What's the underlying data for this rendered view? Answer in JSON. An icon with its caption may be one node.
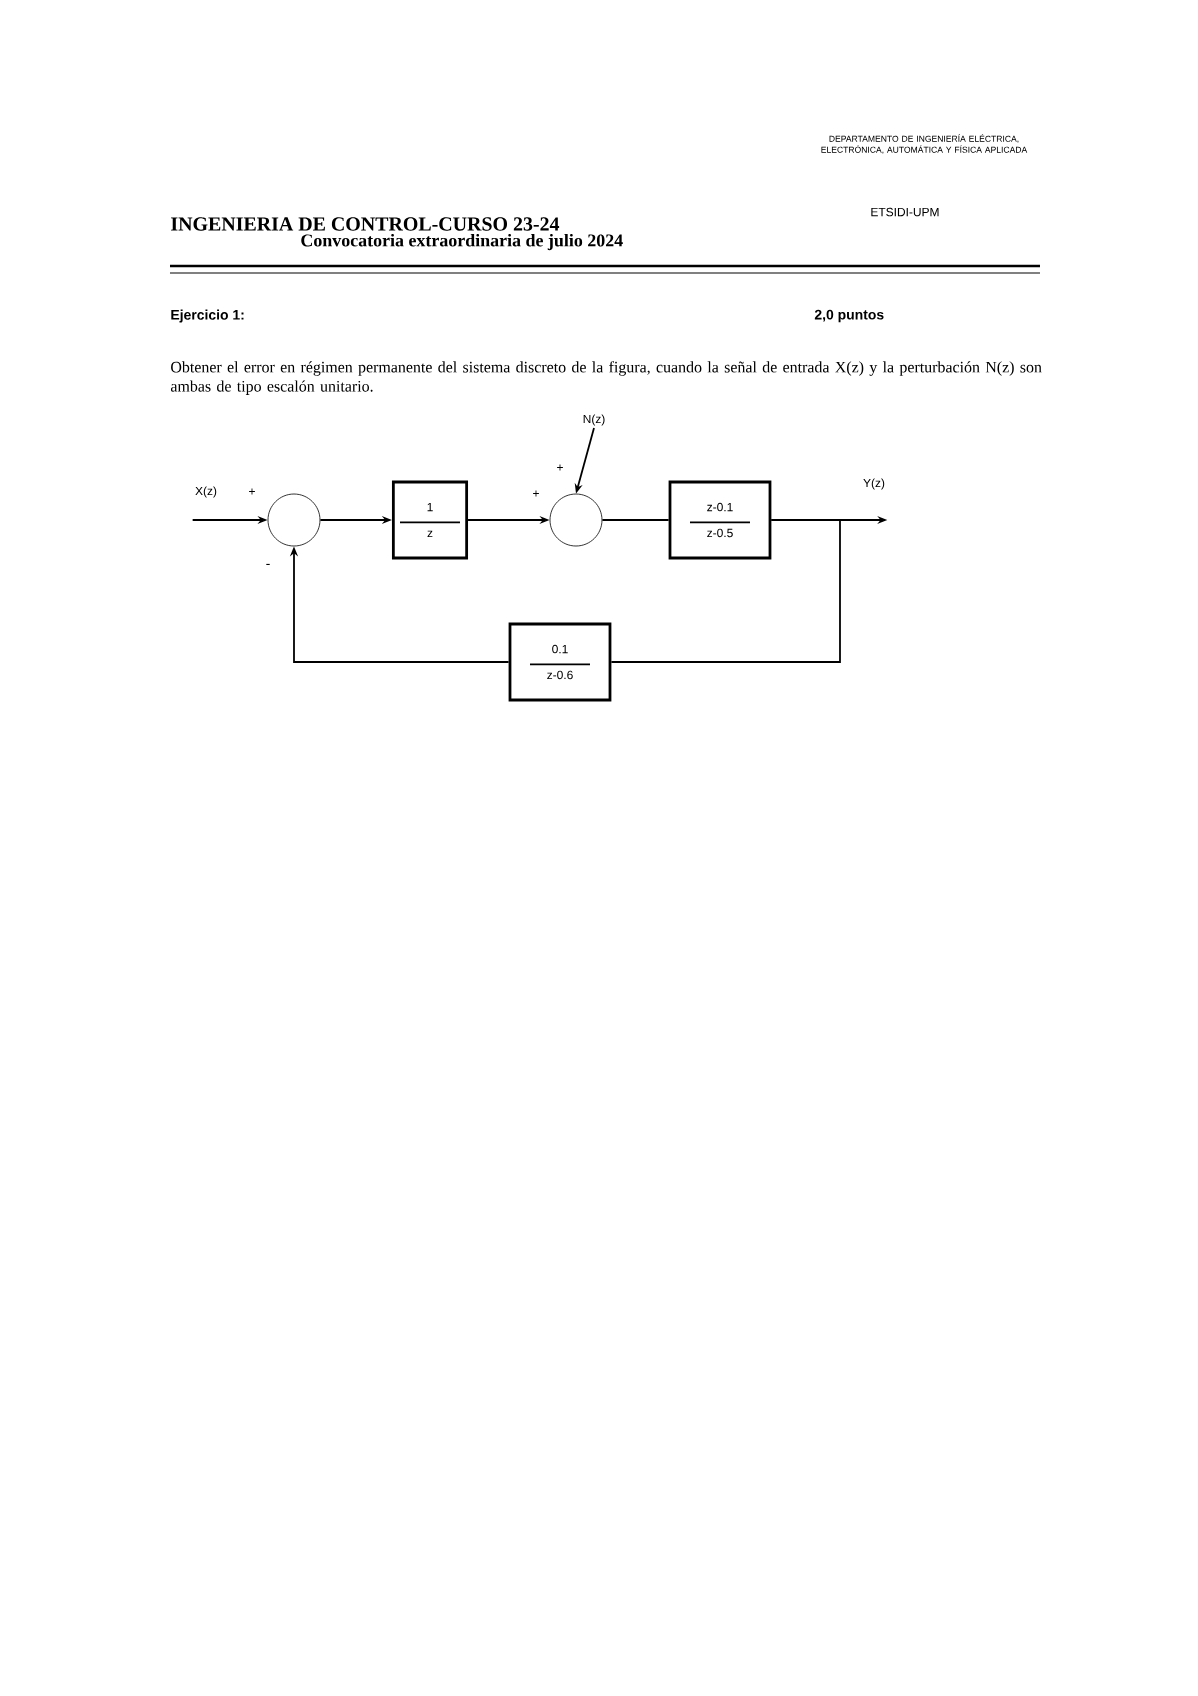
{
  "diagram": {
    "nodes": [
      {
        "text": [
          "X(z)"
        ]
      },
      {
        "text": [],
        "shape": "circle"
      },
      {
        "text": [
          "1",
          "z"
        ]
      },
      {
        "text": [],
        "shape": "circle"
      },
      {
        "text": [
          "N(z)"
        ]
      },
      {
        "text": [
          "z-0.1",
          "z-0.5"
        ]
      },
      {
        "text": [
          "Y(z)"
        ]
      },
      {
        "text": [
          "0.1",
          "z-0.6"
        ]
      }
    ],
    "edges": [
      {
        "from": 0,
        "to": 1,
        "arrow": "to"
      },
      {
        "from": 1,
        "to": 2,
        "arrow": "to"
      },
      {
        "from": 2,
        "to": 3,
        "arrow": "to"
      },
      {
        "from": 4,
        "to": 3,
        "arrow": "to"
      },
      {
        "from": 3,
        "to": 5,
        "arrow": "none"
      },
      {
        "from": 5,
        "to": 6,
        "arrow": "to"
      },
      {
        "from": 5,
        "to": 7,
        "arrow": "none"
      },
      {
        "from": 7,
        "to": 1,
        "arrow": "to"
      }
    ],
    "labels": [
      "DEPARTAMENTO DE INGENIERÍA ELÉCTRICA, ELECTRÓNICA, AUTOMÁTICA Y FÍSICA APLICADA",
      "INGENIERIA DE CONTROL-CURSO 23-24",
      "ETSIDI-UPM",
      "Convocatoria extraordinaria de julio 2024",
      "Ejercicio 1:",
      "2,0 puntos",
      "Obtener el error en régimen permanente del sistema discreto de la figura, cuando la señal de entrada X(z) y la perturbación N(z) son ambas de tipo escalón unitario.",
      "+",
      "-",
      "+",
      "+"
    ]
  }
}
